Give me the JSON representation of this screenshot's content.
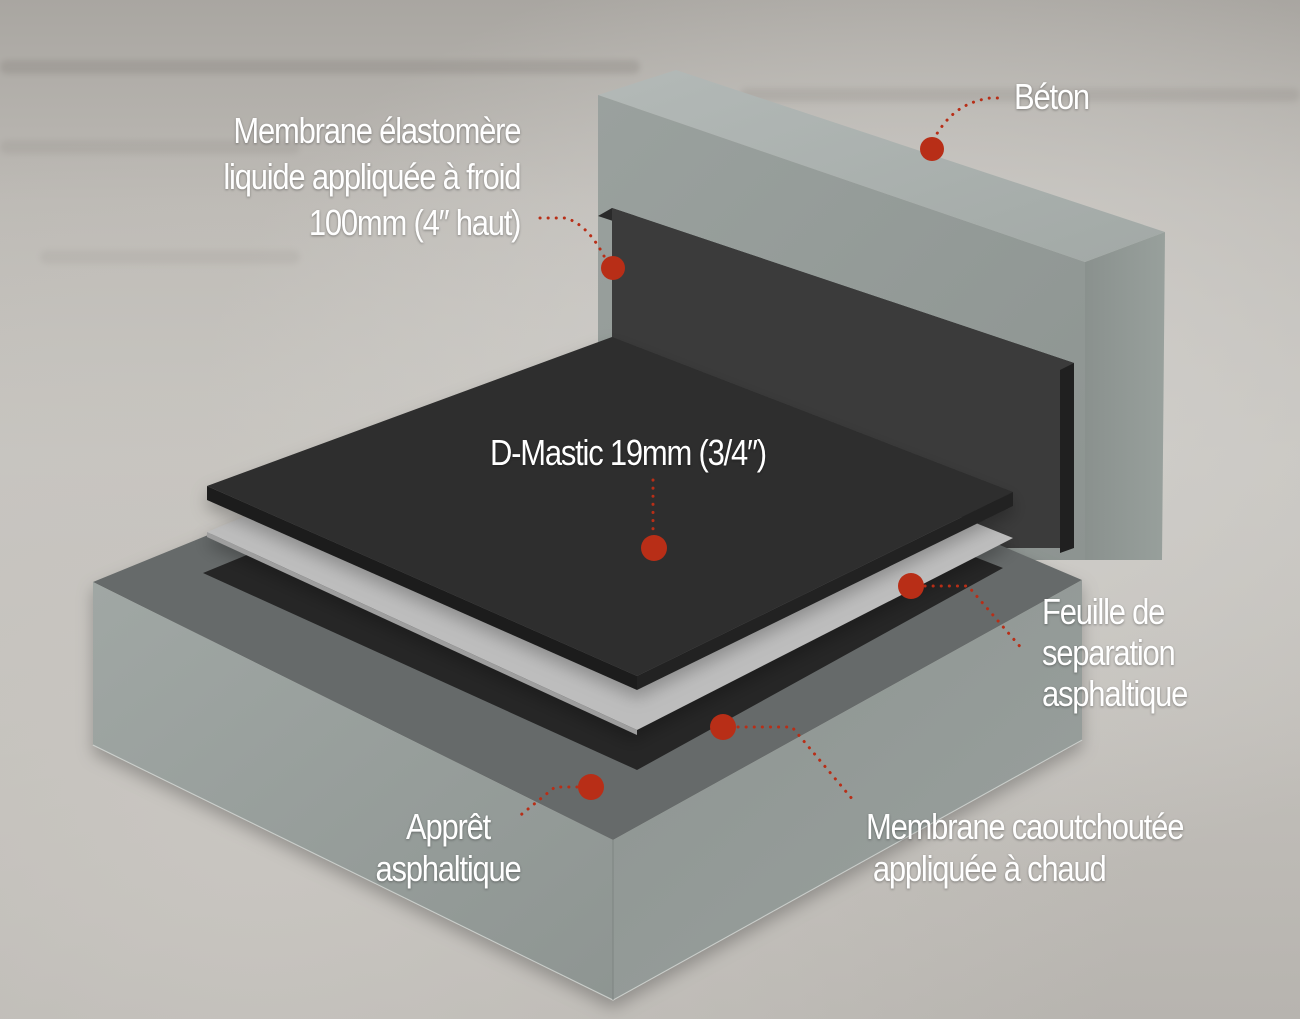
{
  "diagram": {
    "type": "layered-waterproofing-cross-section",
    "accent_color": "#b82e17",
    "colors": {
      "background_concrete": "#c2bfba",
      "structure_concrete": "#9ea5a2",
      "d_mastic": "#2b2b2b",
      "separation_sheet": "#bdbdbd",
      "rubber_membrane": "#262626",
      "primer": "#6c706f",
      "wall_membrane": "#3a3a3a"
    }
  },
  "labels": {
    "beton": {
      "lines": [
        "Béton"
      ]
    },
    "wall_membrane": {
      "lines": [
        "Membrane élastomère",
        "liquide appliquée à froid",
        "100mm (4″ haut)"
      ]
    },
    "d_mastic": {
      "lines": [
        "D-Mastic 19mm (3/4″)"
      ]
    },
    "separation_sheet": {
      "lines": [
        "Feuille de",
        "separation",
        "asphaltique"
      ]
    },
    "rubber_membrane": {
      "lines": [
        "Membrane caoutchoutée",
        "appliquée à chaud"
      ]
    },
    "primer": {
      "lines": [
        "Apprêt",
        "asphaltique"
      ]
    }
  }
}
